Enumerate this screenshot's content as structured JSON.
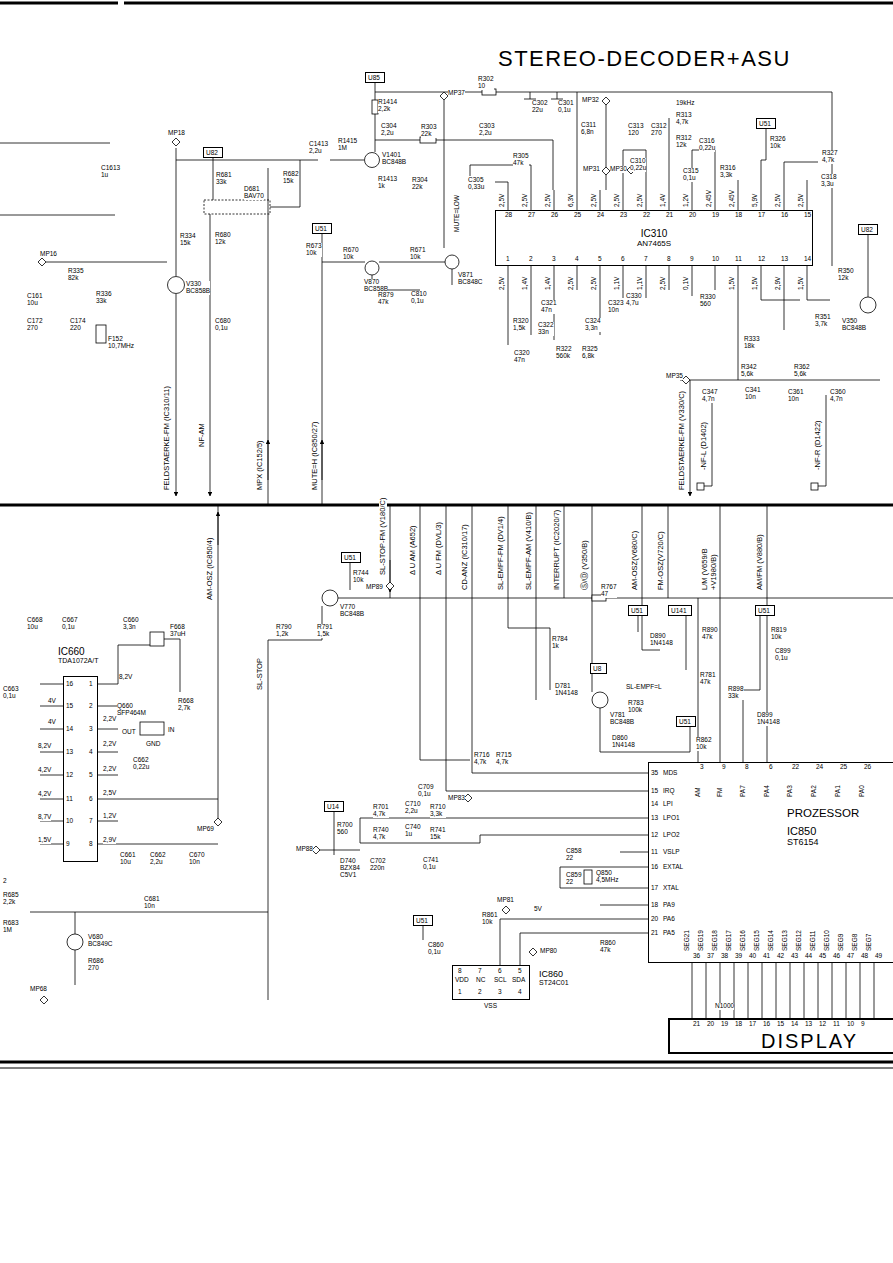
{
  "diagram": {
    "title": "STEREO-DECODER+ASU",
    "nodes": [
      {
        "text": [
          "U85"
        ]
      },
      {
        "text": [
          "U82"
        ]
      },
      {
        "text": [
          "U51"
        ]
      },
      {
        "text": [
          "U51"
        ]
      },
      {
        "text": [
          "U82"
        ]
      },
      {
        "text": [
          "IC310",
          "AN7465S"
        ]
      },
      {
        "text": [
          "U51"
        ]
      },
      {
        "text": [
          "U51"
        ]
      },
      {
        "text": [
          "U141"
        ]
      },
      {
        "text": [
          "U51"
        ]
      },
      {
        "text": [
          "U8"
        ]
      },
      {
        "text": [
          "U51"
        ]
      },
      {
        "text": [
          "U14"
        ]
      },
      {
        "text": [
          "U51"
        ]
      },
      {
        "text": [
          "IC660",
          "TDA1072A/T"
        ]
      },
      {
        "text": [
          "PROZESSOR",
          "IC850",
          "ST6154"
        ]
      },
      {
        "text": [
          "IC860",
          "ST24C01"
        ]
      },
      {
        "text": [
          "DISPLAY"
        ]
      }
    ],
    "edges": [
      {
        "from": 16,
        "to": 15,
        "arrow": "none"
      },
      {
        "from": 16,
        "to": 15,
        "arrow": "none"
      },
      {
        "from": 15,
        "to": 17,
        "arrow": "none"
      }
    ],
    "labels": [
      "R302 10",
      "R1414 2,2k",
      "C302 22u",
      "C301 0,1u",
      "MP32",
      "19kHz",
      "R313 4,7k",
      "C311 6,8n",
      "C313 120",
      "C312 270",
      "R312 12k",
      "C304 2,2u",
      "R303 22k",
      "MP37",
      "C303 2,2u",
      "C1413 2,2u",
      "R1415 1M",
      "V1401 BC848B",
      "R1413 1k",
      "R304 22k",
      "C305 0,33u",
      "R305 47k",
      "MP31",
      "MP30",
      "C310 0,22u",
      "C316 0,22u",
      "C315 0,1u",
      "R316 3,3k",
      "R326 10k",
      "R327 4,7k",
      "C318 3,3u",
      "C1613 1u",
      "MP18",
      "R681 33k",
      "D681 BAV70",
      "R682 15k",
      "R334 15k",
      "R680 12k",
      "R673 10k",
      "R670 10k",
      "V870 BC858B",
      "R671 10k",
      "V871 BC848C",
      "R879 47k",
      "C810 0,1u",
      "MUTE=LOW",
      "MP16",
      "R335 82k",
      "V330 BC858B",
      "R336 33k",
      "C161 10u",
      "C172 270",
      "C174 220",
      "F152 10,7MHz",
      "C680 0,1u",
      "28",
      "27",
      "26",
      "25",
      "24",
      "23",
      "22",
      "21",
      "20",
      "19",
      "18",
      "17",
      "16",
      "15",
      "2,5V",
      "2,5V",
      "2,5V",
      "6,3V",
      "2,5V",
      "2,5V",
      "2,5V",
      "1,4V",
      "1,2V",
      "2,45V",
      "2,45V",
      "5,9V",
      "2,5V",
      "2,5V",
      "1",
      "2",
      "3",
      "4",
      "5",
      "6",
      "7",
      "8",
      "9",
      "10",
      "11",
      "12",
      "13",
      "14",
      "2,5V",
      "1,4V",
      "1,4V",
      "2,5V",
      "2,5V",
      "1,1V",
      "1,1V",
      "2,5V",
      "0,1V",
      "1,5V",
      "1,5V",
      "2,9V",
      "1,5V",
      "R320 1,5k",
      "C321 47n",
      "C322 33n",
      "C320 47n",
      "C324 3,3n",
      "R322 560k",
      "R325 6,8k",
      "C323 10n",
      "C330 4,7u",
      "R330 560",
      "R333 18k",
      "MP35",
      "R342 5,6k",
      "C347 4,7n",
      "C341 10n",
      "R362 5,6k",
      "C361 10n",
      "C360 4,7n",
      "R350 12k",
      "V350 BC848B",
      "R351 3,7k",
      "FELDSTAERKE-FM (IC310/11)",
      "NF-AM",
      "MPX (IC152/5)",
      "MUTE=H (IC850/27)",
      "FELDSTAERKE-FM (V330/C)",
      "-NF-L (D1402)",
      "-NF-R (D1422)",
      "AM-OSZ (IC850/4)",
      "SL-STOP-FM (V180/C)",
      "Δ U AM (A652)",
      "Δ U FM (DVL/3)",
      "CD-ANZ (IC310/17)",
      "SL-EMPF-FM (DV1/4)",
      "SL-EMPF-AM (V410/B)",
      "INTERRUPT (IC2020/7)",
      "Ⓢ/Ⓓ (V350/B)",
      "AM-OSZ(V680/C)",
      "FM-OSZ(V720/C)",
      "L/M (V659/B",
      "+V1980/B)",
      "AM/FM (V880/B)",
      "SL-STOP",
      "R744 10k",
      "MP89",
      "V770 BC848B",
      "R790 1,2k",
      "R791 1,5k",
      "R767 47",
      "R784 1k",
      "D781 1N4148",
      "SL-EMPF=L",
      "V781 BC848B",
      "R783 100k",
      "D860 1N4148",
      "R890 47k",
      "D890 1N4148",
      "R819 10k",
      "C899 0,1u",
      "R781 47k",
      "R898 33k",
      "D899 1N4148",
      "R862 10k",
      "R716 4,7k",
      "R715 4,7k",
      "MP83",
      "C709 0,1u",
      "R701 4,7k",
      "C710 2,2u",
      "R710 3,3k",
      "R700 560",
      "R740 4,7k",
      "C740 1u",
      "R741 15k",
      "MP88",
      "D740 BZX84 C5V1",
      "C702 220n",
      "C741 0,1u",
      "C858 22",
      "C859 22",
      "Q850 4,5MHz",
      "MP81",
      "R861 10k",
      "5V",
      "MP80",
      "C860 0,1u",
      "R860 47k",
      "8",
      "7",
      "6",
      "5",
      "VDD",
      "NC",
      "SCL",
      "SDA",
      "1",
      "2",
      "3",
      "4",
      "VSS",
      "35",
      "MDS",
      "15",
      "IRQ",
      "14",
      "LPI",
      "13",
      "LPO1",
      "12",
      "LPO2",
      "11",
      "VSLP",
      "16",
      "EXTAL",
      "17",
      "XTAL",
      "18",
      "PA9",
      "20",
      "PA6",
      "21",
      "PA5",
      "3",
      "9",
      "8",
      "6",
      "22",
      "24",
      "25",
      "26",
      "AM",
      "FM",
      "PA7",
      "PA4",
      "PA3",
      "PA2",
      "PA1",
      "PA0",
      "SEG21",
      "SEG19",
      "SEG18",
      "SEG17",
      "SEG16",
      "SEG15",
      "SEG14",
      "SEG13",
      "SEG12",
      "SEG11",
      "SEG10",
      "SEG9",
      "SEG8",
      "SEG7",
      "36",
      "37",
      "38",
      "39",
      "40",
      "41",
      "42",
      "43",
      "44",
      "45",
      "46",
      "47",
      "48",
      "49",
      "N1000",
      "21",
      "20",
      "19",
      "18",
      "17",
      "16",
      "15",
      "14",
      "13",
      "12",
      "11",
      "10",
      "9",
      "C668 10u",
      "C667 0,1u",
      "C660 3,3n",
      "F668 37uH",
      "16",
      "15",
      "14",
      "13",
      "12",
      "11",
      "10",
      "9",
      "1",
      "2",
      "3",
      "4",
      "5",
      "6",
      "7",
      "8",
      "C663 0,1u",
      "4V",
      "4V",
      "8,2V",
      "4,2V",
      "4,2V",
      "8,7V",
      "1,5V",
      "8,2V",
      "2,2V",
      "2,2V",
      "2,2V",
      "2,5V",
      "1,2V",
      "2,9V",
      "R668 2,7k",
      "Q660 SFP464M",
      "IN",
      "OUT",
      "GND",
      "C662 0,22u",
      "C661 10u",
      "C662 2,2u",
      "C670 10n",
      "MP69",
      "C681 10n",
      "2",
      "R685 2,2k",
      "R683 1M",
      "V680 BC849C",
      "R686 270",
      "MP68"
    ]
  }
}
